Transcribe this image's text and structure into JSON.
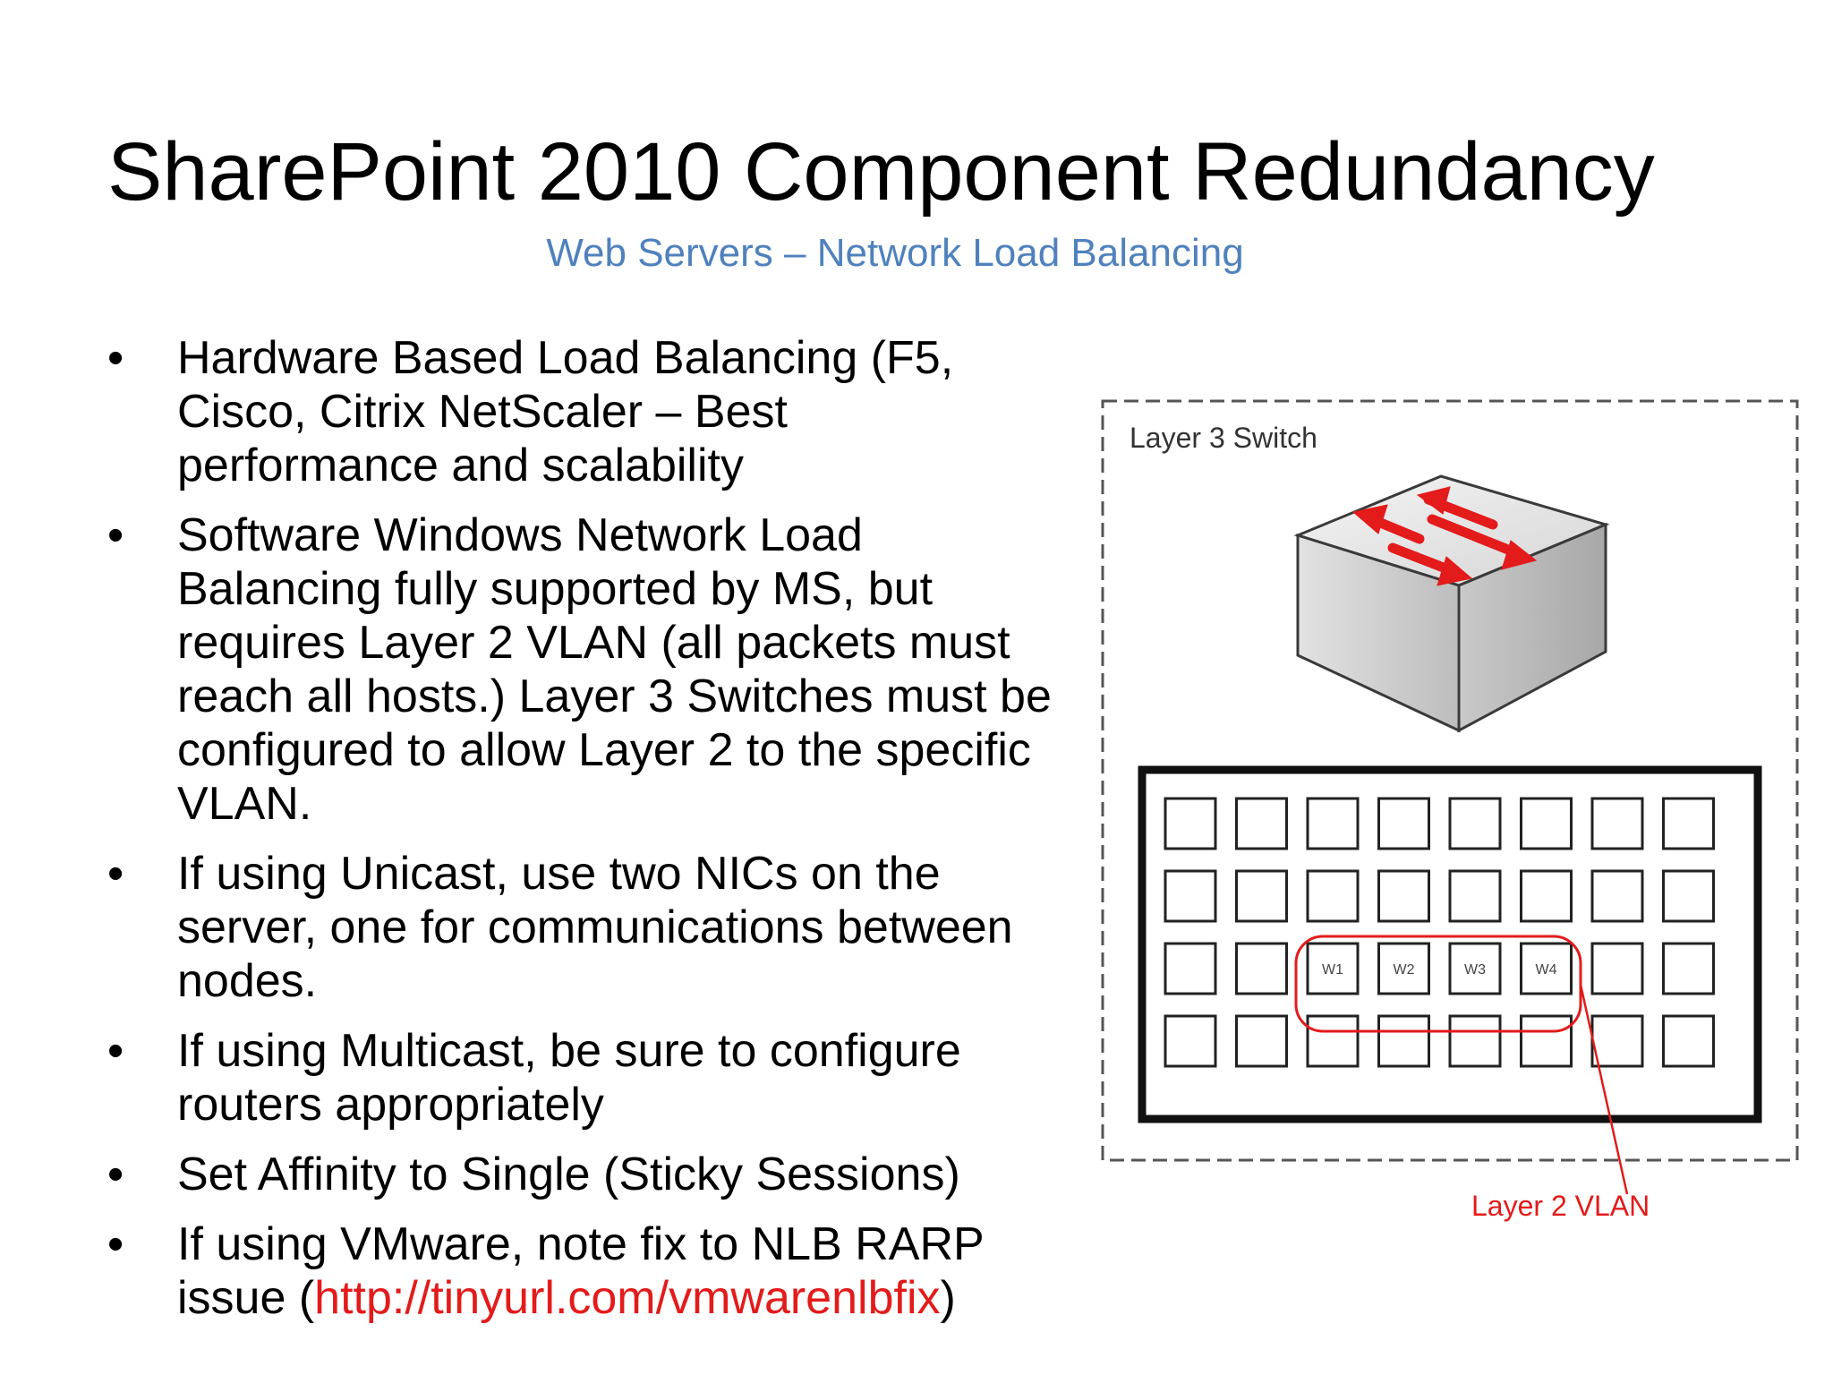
{
  "slide": {
    "title": "SharePoint 2010 Component Redundancy",
    "subtitle": "Web Servers – Network Load Balancing"
  },
  "bullets": [
    {
      "text": "Hardware Based Load Balancing (F5, Cisco, Citrix NetScaler – Best performance and scalability"
    },
    {
      "text": "Software Windows Network Load Balancing fully supported by MS, but requires Layer 2 VLAN (all packets must reach all hosts.)  Layer 3 Switches must be configured to allow Layer 2 to the specific VLAN."
    },
    {
      "text": "If using Unicast, use two NICs on the server, one for communications between nodes."
    },
    {
      "text": "If using Multicast, be sure to configure routers appropriately"
    },
    {
      "text": "Set Affinity to Single (Sticky Sessions)"
    },
    {
      "text_before": "If using VMware, note fix to NLB RARP issue (",
      "link": "http://tinyurl.com/vmwarenlbfix",
      "text_after": ")"
    }
  ],
  "bullet_symbol": "•",
  "diagram": {
    "switch_label": "Layer 3 Switch",
    "vlan_label": "Layer 2 VLAN",
    "servers": [
      "W1",
      "W2",
      "W3",
      "W4"
    ]
  },
  "colors": {
    "subtitle": "#4f81bd",
    "link": "#e31b1b",
    "arrow": "#e31b1b"
  }
}
